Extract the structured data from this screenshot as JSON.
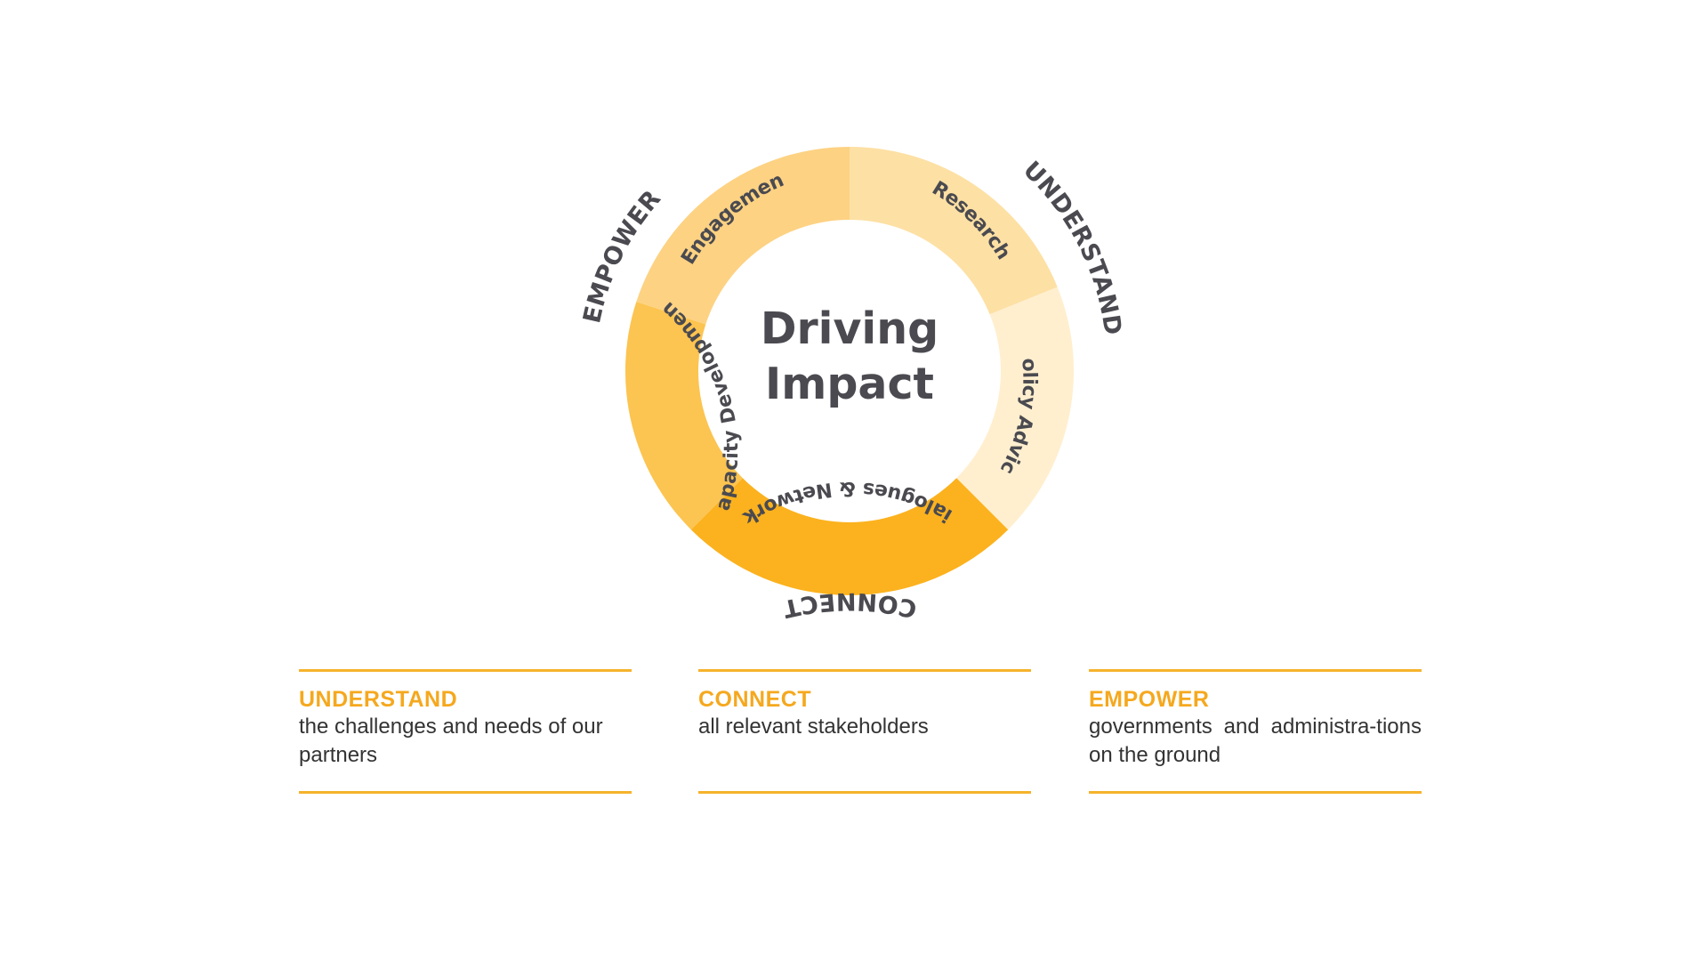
{
  "center": {
    "line1": "Driving",
    "line2": "Impact"
  },
  "segments": [
    {
      "label": "Research",
      "color": "#fde0a4"
    },
    {
      "label": "Policy Advice",
      "color": "#ffefcf"
    },
    {
      "label": "Dialogues & Networks",
      "color": "#fbb21e"
    },
    {
      "label": "Capacity Development",
      "color": "#fcc450"
    },
    {
      "label": "Engagement",
      "color": "#fdd283"
    }
  ],
  "ring_labels": {
    "understand": "UNDERSTAND",
    "connect": "CONNECT",
    "empower": "EMPOWER"
  },
  "columns": [
    {
      "title": "UNDERSTAND",
      "text": "the challenges and needs of our partners"
    },
    {
      "title": "CONNECT",
      "text": "all relevant stakeholders"
    },
    {
      "title": "EMPOWER",
      "text": "governments and administra-tions on the ground"
    }
  ],
  "colors": {
    "accent": "#f5b32b",
    "text_dark": "#4a4a50"
  }
}
